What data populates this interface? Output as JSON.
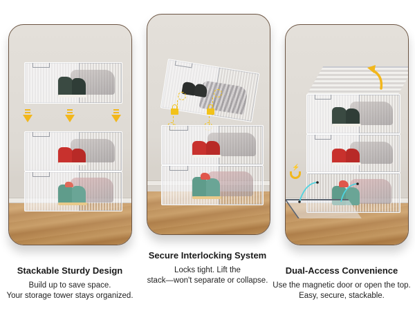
{
  "panels": [
    {
      "title": "Stackable Sturdy Design",
      "description_lines": [
        "Build up to save space.",
        "Your storage tower stays organized."
      ],
      "image_alt": "Three clear shoe boxes stacking with yellow down arrows",
      "icons": [
        "arrow-down-icon",
        "arrow-down-icon",
        "arrow-down-icon"
      ]
    },
    {
      "title": "Secure Interlocking System",
      "description_lines": [
        "Locks tight. Lift the",
        "stack—won't separate or collapse."
      ],
      "image_alt": "Tilted top box with yellow padlock icons connecting the boxes",
      "icons": [
        "padlock-icon",
        "padlock-icon"
      ]
    },
    {
      "title": "Dual-Access Convenience",
      "description_lines": [
        "Use the magnetic door or open the top.",
        "Easy, secure, stackable."
      ],
      "image_alt": "Three stacked boxes with lifted top lid and opened magnetic front door",
      "icons": [
        "curved-arrow-up-icon",
        "magnet-icon"
      ]
    }
  ],
  "colors": {
    "accent_yellow": "#f2b71c",
    "magnet_line_cyan": "#4fd3e0",
    "card_border": "#6b5442",
    "text": "#1a1a1a"
  }
}
